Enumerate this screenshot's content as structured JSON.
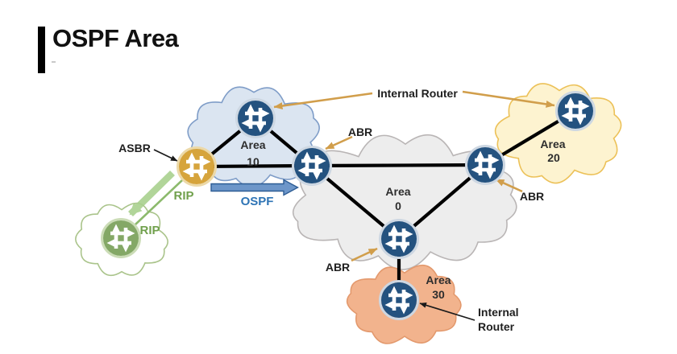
{
  "title": {
    "text": "OSPF Area"
  },
  "colors": {
    "router_blue": "#24527f",
    "router_gold": "#d6a43c",
    "router_green": "#84a866",
    "ring_blue": "#cdd7e2",
    "ring_gold": "#ecd9a8",
    "ring_green": "#cbdcb6",
    "link": "#000000",
    "gold_arrow": "#d19e4b",
    "black_arrow": "#1a1a1a",
    "green_arrow": "#a9d18e",
    "green_line": "#8cba6c",
    "blue_arrow_fill": "#6d96c9",
    "blue_arrow_stroke": "#2d5c94",
    "rip_text": "#70a04c",
    "ospf_text": "#2e74b5"
  },
  "areas": [
    {
      "id": "area10",
      "line1": "Area",
      "line2": "10",
      "fill": "#dbe5f1",
      "stroke": "#7f9dc8"
    },
    {
      "id": "area0",
      "line1": "Area",
      "line2": "0",
      "fill": "#ededed",
      "stroke": "#b9b5b5"
    },
    {
      "id": "area20",
      "line1": "Area",
      "line2": "20",
      "fill": "#fdf3d0",
      "stroke": "#ecc158"
    },
    {
      "id": "area30",
      "line1": "Area",
      "line2": "30",
      "fill": "#f2b38d",
      "stroke": "#e3996d"
    },
    {
      "id": "rip_cloud",
      "fill": "#ffffff",
      "stroke": "#aac48b"
    }
  ],
  "labels": {
    "internal_router_top": "Internal Router",
    "abr_top": "ABR",
    "abr_right": "ABR",
    "abr_bottom": "ABR",
    "asbr": "ASBR",
    "rip_upper": "RIP",
    "rip_lower": "RIP",
    "ospf": "OSPF",
    "internal_router_bottom_line1": "Internal",
    "internal_router_bottom_line2": "Router"
  }
}
